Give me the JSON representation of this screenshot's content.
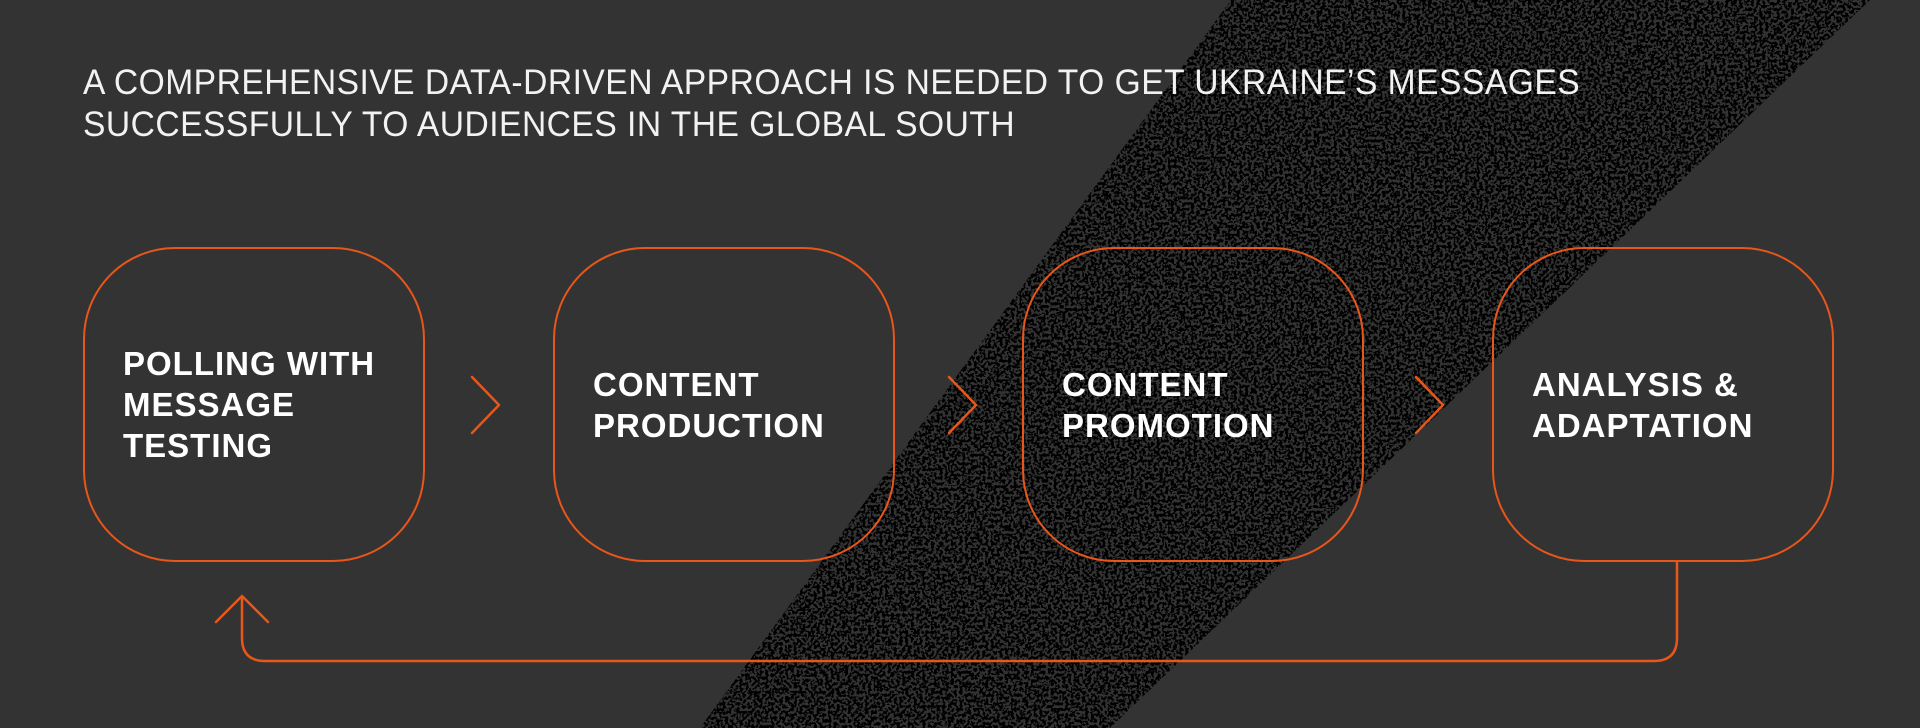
{
  "title": {
    "line1": "A COMPREHENSIVE DATA-DRIVEN APPROACH IS NEEDED TO GET UKRAINE’S MESSAGES",
    "line2": "SUCCESSFULLY TO AUDIENCES IN THE GLOBAL SOUTH"
  },
  "steps": [
    {
      "lines": [
        "POLLING WITH",
        "MESSAGE",
        "TESTING"
      ]
    },
    {
      "lines": [
        "CONTENT",
        "PRODUCTION"
      ]
    },
    {
      "lines": [
        "CONTENT",
        "PROMOTION"
      ]
    },
    {
      "lines": [
        "ANALYSIS &",
        "ADAPTATION"
      ]
    }
  ],
  "colors": {
    "accent": "#e8561a",
    "background": "#333333",
    "text": "#ffffff"
  }
}
